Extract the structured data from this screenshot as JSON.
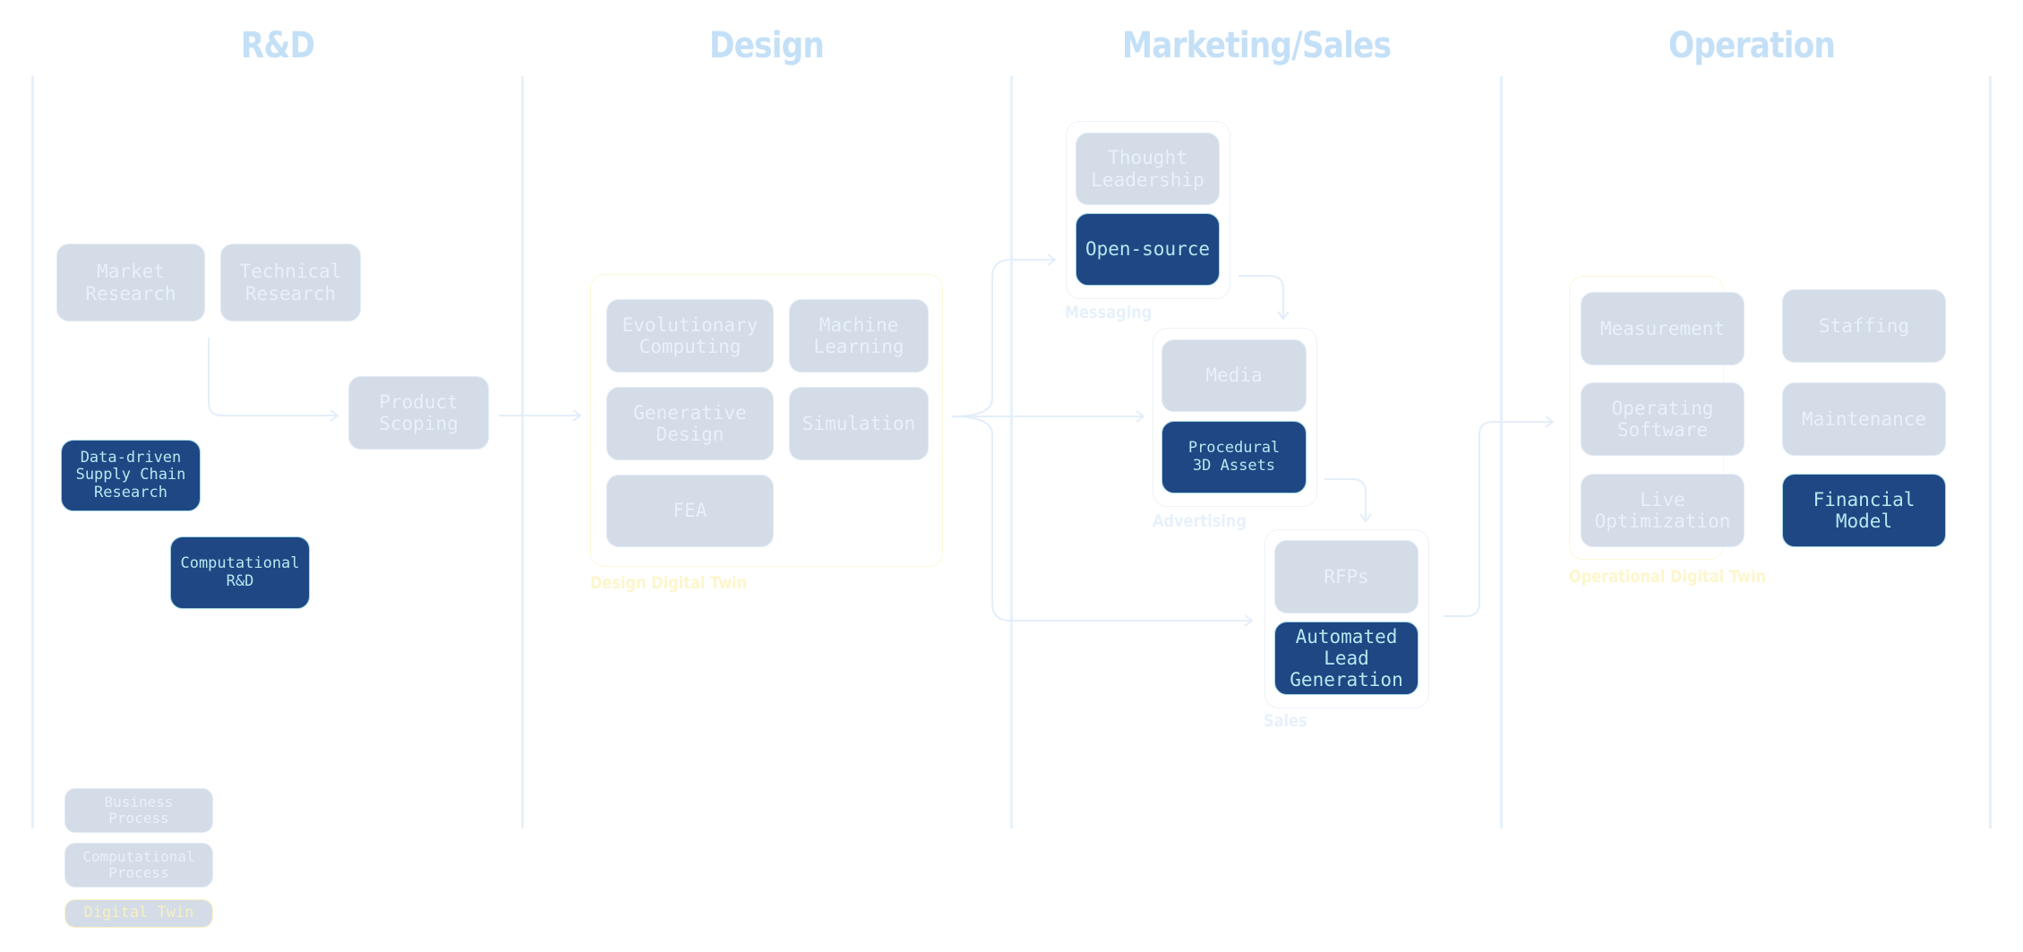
{
  "lanes": [
    {
      "title": "R&D"
    },
    {
      "title": "Design"
    },
    {
      "title": "Marketing/Sales"
    },
    {
      "title": "Operation"
    }
  ],
  "rnd": {
    "market_research": "Market\nResearch",
    "technical_research": "Technical\nResearch",
    "product_scoping": "Product\nScoping",
    "data_driven_supply_chain": "Data-driven\nSupply Chain\nResearch",
    "computational_rnd": "Computational\nR&D"
  },
  "design": {
    "group_label": "Design Digital Twin",
    "evolutionary_computing": "Evolutionary\nComputing",
    "machine_learning": "Machine\nLearning",
    "generative_design": "Generative\nDesign",
    "simulation": "Simulation",
    "fea": "FEA"
  },
  "marketing": {
    "messaging": {
      "label": "Messaging",
      "thought_leadership": "Thought\nLeadership",
      "open_source": "Open-source"
    },
    "advertising": {
      "label": "Advertising",
      "media": "Media",
      "procedural_3d_assets": "Procedural\n3D Assets"
    },
    "sales": {
      "label": "Sales",
      "rfps": "RFPs",
      "automated_lead_generation": "Automated\nLead\nGeneration"
    }
  },
  "operation": {
    "group_label": "Operational Digital Twin",
    "measurement": "Measurement",
    "operating_software": "Operating\nSoftware",
    "live_optimization": "Live\nOptimization",
    "staffing": "Staffing",
    "maintenance": "Maintenance",
    "financial_model": "Financial\nModel"
  },
  "legend": {
    "business_process": "Business\nProcess",
    "computational_process": "Computational\nProcess",
    "digital_twin": "Digital Twin"
  },
  "colors": {
    "lane_title": "#c4e0f7",
    "business_process_fill": "#d3dce7",
    "computational_process_fill": "#1f4783",
    "computational_process_text": "#b8e6ef",
    "digital_twin_border": "#fdf8d8"
  }
}
